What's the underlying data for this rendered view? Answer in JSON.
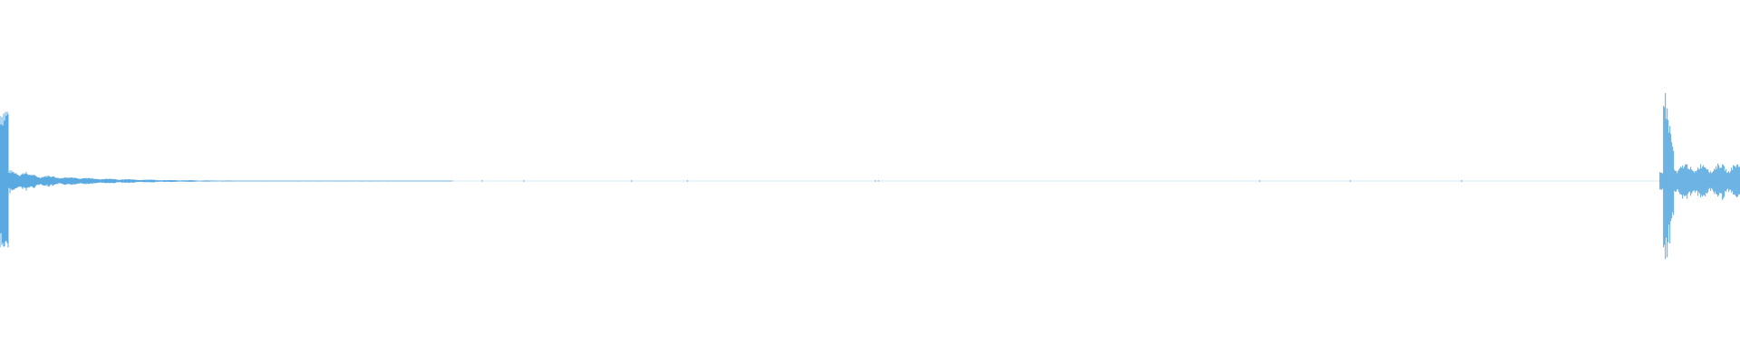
{
  "waveform": {
    "color": "#5aa9e0",
    "background": "#ffffff",
    "bursts": [
      {
        "start": 0.0,
        "end": 0.26,
        "peak": 0.85
      },
      {
        "start": 0.954,
        "end": 1.0,
        "peak": 1.0
      }
    ],
    "noise_specks": [
      0.277,
      0.301,
      0.363,
      0.395,
      0.503,
      0.505,
      0.724,
      0.776,
      0.84
    ]
  }
}
